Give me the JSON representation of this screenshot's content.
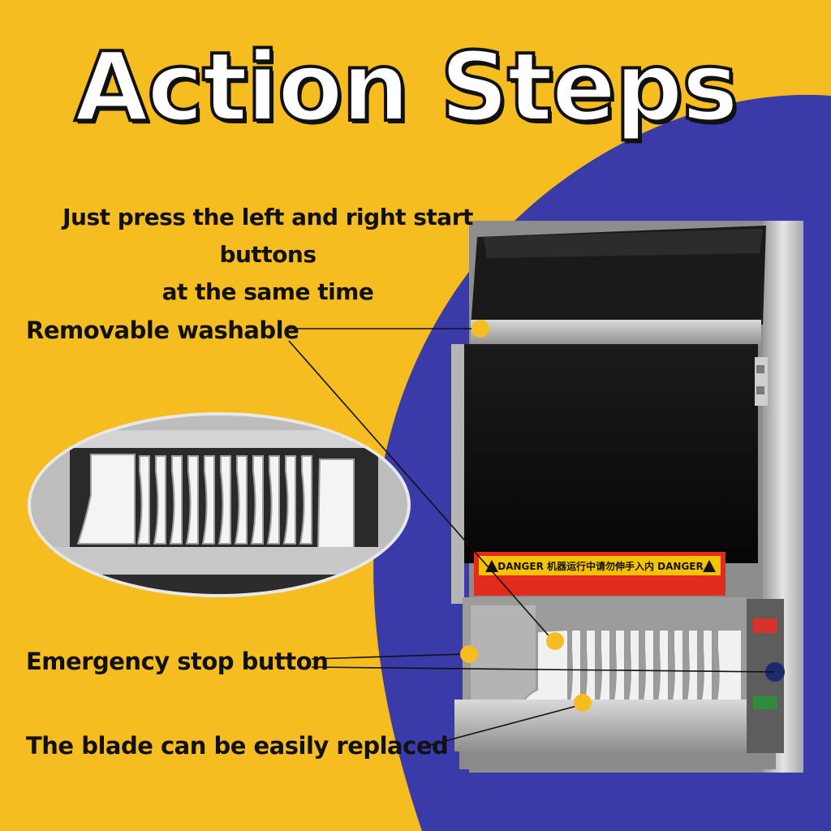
{
  "title": "Action Steps",
  "intro": {
    "line1": "Just press the left and right start buttons",
    "line2": "at the same time"
  },
  "callouts": {
    "washable": "Removable washable",
    "emergency": "Emergency stop button",
    "blade": "The blade can be easily replaced"
  },
  "warning_label": "DANGER 机器运行中请勿伸手入内 DANGER",
  "colors": {
    "background_yellow": "#f5bd1f",
    "background_blue": "#3a3aa8",
    "callout_dot": "#f5bd1f",
    "emergency_button": "#1a2a6a"
  }
}
